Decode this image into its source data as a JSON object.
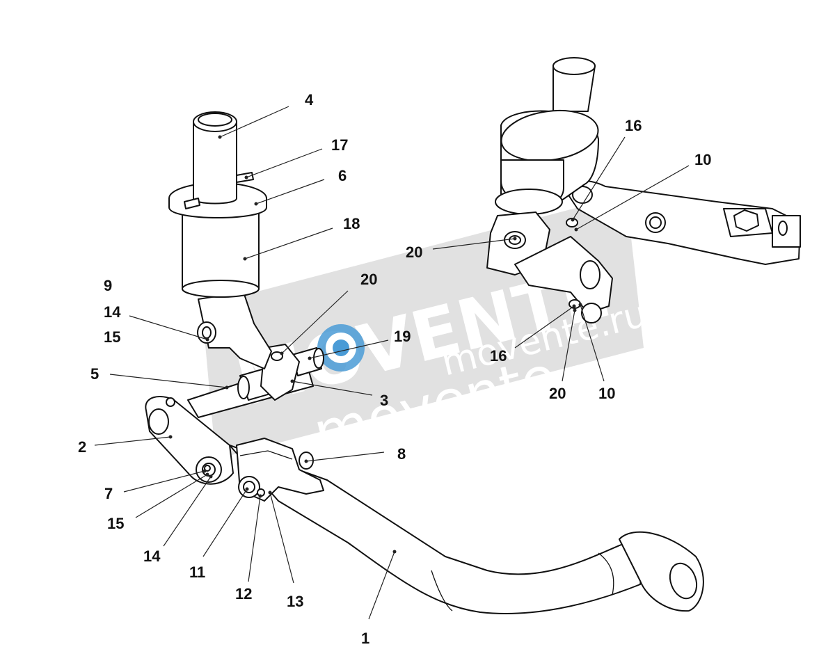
{
  "watermark": {
    "brand": "MOVENTE",
    "url": "movente",
    "domain_url": "movente.ru"
  },
  "callouts": [
    "4",
    "17",
    "6",
    "18",
    "9",
    "14",
    "15",
    "20",
    "19",
    "5",
    "3",
    "2",
    "8",
    "7",
    "15",
    "14",
    "11",
    "12",
    "13",
    "1",
    "16",
    "10",
    "20",
    "16",
    "20",
    "10"
  ]
}
